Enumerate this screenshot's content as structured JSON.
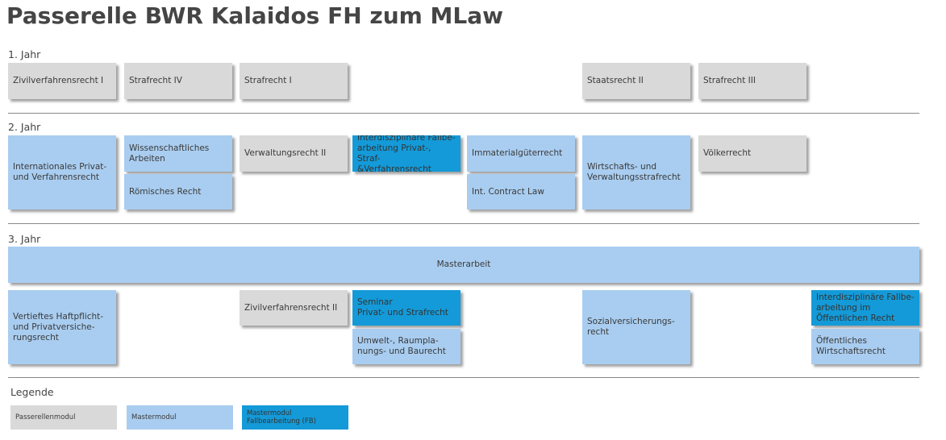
{
  "title": "Passerelle BWR Kalaidos FH zum MLaw",
  "years": {
    "y1": "1. Jahr",
    "y2": "2. Jahr",
    "y3": "3. Jahr"
  },
  "modules": {
    "y1": [
      "Zivilverfahrensrecht I",
      "Strafrecht IV",
      "Strafrecht I",
      "Staatsrecht II",
      "Strafrecht III"
    ],
    "y2": [
      "Internationales Privat-\nund Verfahrensrecht",
      "Wissenschaftliches\nArbeiten",
      "Römisches Recht",
      "Verwaltungsrecht II",
      "Interdisziplinäre Fallbe-\narbeitung Privat-, Straf-\n&Verfahrensrecht",
      "Immaterialgüterrecht",
      "Int. Contract Law",
      "Wirtschafts- und\nVerwaltungsstrafrecht",
      "Völkerrecht"
    ],
    "y3": [
      "Masterarbeit",
      "Vertieftes Haftpflicht-\nund Privatversiche-\nrungsrecht",
      "Zivilverfahrensrecht II",
      "Seminar\nPrivat- und Strafrecht",
      "Umwelt-, Raumpla-\nnungs- und Baurecht",
      "Sozialversicherungs-\nrecht",
      "Interdisziplinäre Fallbe-\narbeitung im\nÖffentlichen Recht",
      "Öffentliches\nWirtschaftsrecht"
    ]
  },
  "legend": {
    "title": "Legende",
    "items": [
      "Passerellenmodul",
      "Mastermodul",
      "Mastermodul\nFallbearbeitung (FB)"
    ]
  },
  "colors": {
    "passerellenmodul": "#d9d9d9",
    "mastermodul": "#a9cdf0",
    "mastermodul_fb": "#149ad8"
  }
}
